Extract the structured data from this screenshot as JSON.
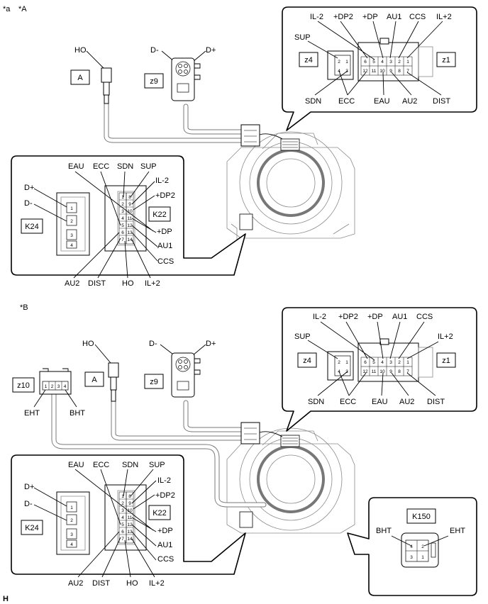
{
  "header": {
    "prefix_label": "*a",
    "section_a": "*A",
    "section_b": "*B"
  },
  "footer": {
    "corner_letter": "H"
  },
  "section_a": {
    "ho": "HO",
    "A": "A",
    "z9": "z9",
    "dminus": "D-",
    "dplus": "D+",
    "callout_top": {
      "z4": "z4",
      "z1": "z1",
      "il2": "IL-2",
      "dp2": "+DP2",
      "dp": "+DP",
      "au1": "AU1",
      "ccs": "CCS",
      "ilp2": "IL+2",
      "sup": "SUP",
      "sdn": "SDN",
      "ecc": "ECC",
      "eau": "EAU",
      "au2": "AU2",
      "dist": "DIST",
      "z4_pins": [
        "2",
        "1",
        "4",
        "3"
      ],
      "z1_pins_top": [
        "6",
        "5",
        "4",
        "3",
        "2",
        "1"
      ],
      "z1_pins_bottom": [
        "12",
        "11",
        "10",
        "9",
        "8",
        "7"
      ]
    },
    "callout_left": {
      "k24": "K24",
      "k22": "K22",
      "eau": "EAU",
      "ecc": "ECC",
      "sdn": "SDN",
      "sup": "SUP",
      "il2": "IL-2",
      "dp2": "+DP2",
      "dp": "+DP",
      "au1": "AU1",
      "ccs": "CCS",
      "dplus": "D+",
      "dminus": "D-",
      "au2": "AU2",
      "dist": "DIST",
      "ho": "HO",
      "ilp2": "IL+2",
      "k24_pins": [
        "1",
        "2",
        "3",
        "4"
      ],
      "k22_pins_left": [
        "1",
        "2",
        "3",
        "4",
        "5",
        "6",
        "7"
      ],
      "k22_pins_right": [
        "8",
        "9",
        "10",
        "11",
        "12",
        "13",
        "14"
      ]
    }
  },
  "section_b": {
    "ho": "HO",
    "A": "A",
    "z9": "z9",
    "z10": "z10",
    "dminus": "D-",
    "dplus": "D+",
    "eht": "EHT",
    "bht": "BHT",
    "z10_pins": [
      "1",
      "2",
      "3",
      "4"
    ],
    "callout_top": {
      "z4": "z4",
      "z1": "z1",
      "il2": "IL-2",
      "dp2": "+DP2",
      "dp": "+DP",
      "au1": "AU1",
      "ccs": "CCS",
      "ilp2": "IL+2",
      "sup": "SUP",
      "sdn": "SDN",
      "ecc": "ECC",
      "eau": "EAU",
      "au2": "AU2",
      "dist": "DIST",
      "z4_pins": [
        "2",
        "1",
        "4",
        "3"
      ],
      "z1_pins_top": [
        "6",
        "5",
        "4",
        "3",
        "2",
        "1"
      ],
      "z1_pins_bottom": [
        "12",
        "11",
        "10",
        "9",
        "8",
        "7"
      ]
    },
    "callout_left": {
      "k24": "K24",
      "k22": "K22",
      "eau": "EAU",
      "ecc": "ECC",
      "sdn": "SDN",
      "sup": "SUP",
      "il2": "IL-2",
      "dp2": "+DP2",
      "dp": "+DP",
      "au1": "AU1",
      "ccs": "CCS",
      "dplus": "D+",
      "dminus": "D-",
      "au2": "AU2",
      "dist": "DIST",
      "ho": "HO",
      "ilp2": "IL+2",
      "k24_pins": [
        "1",
        "2",
        "3",
        "4"
      ],
      "k22_pins_left": [
        "1",
        "2",
        "3",
        "4",
        "5",
        "6",
        "7"
      ],
      "k22_pins_right": [
        "8",
        "9",
        "10",
        "11",
        "12",
        "13",
        "14"
      ]
    },
    "callout_right": {
      "k150": "K150",
      "bht": "BHT",
      "eht": "EHT",
      "pins": [
        "4",
        "2",
        "3",
        "1"
      ]
    }
  }
}
